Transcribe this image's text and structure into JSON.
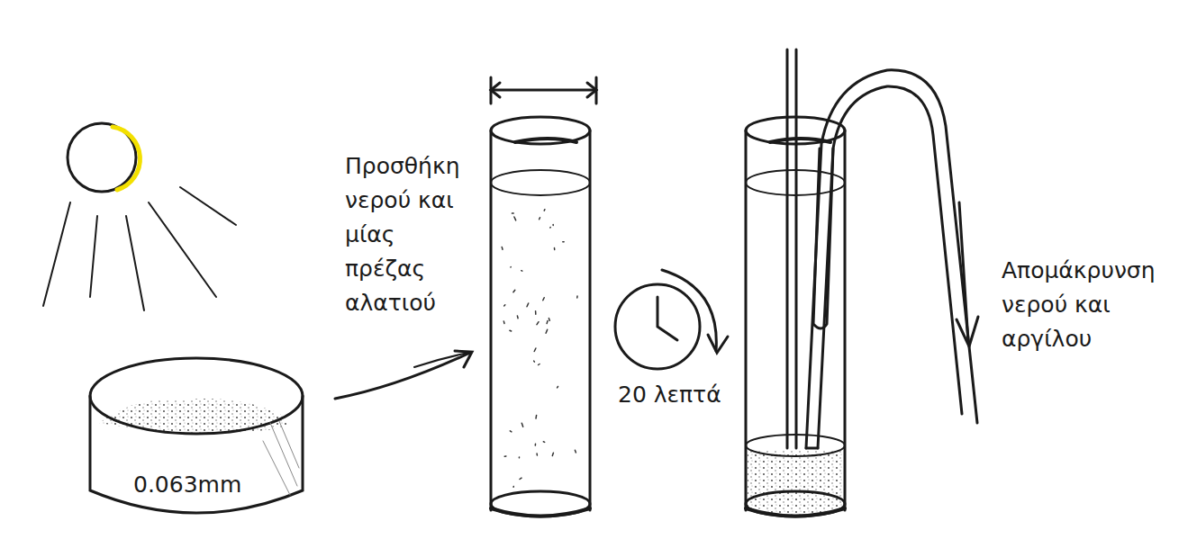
{
  "diagram": {
    "labels": [
      "0.063mm",
      "Προσθήκη νερού και μίας πρέζας αλατιού",
      "20 λεπτά",
      "Απομάκρυνση νερού και αργίλου"
    ]
  }
}
